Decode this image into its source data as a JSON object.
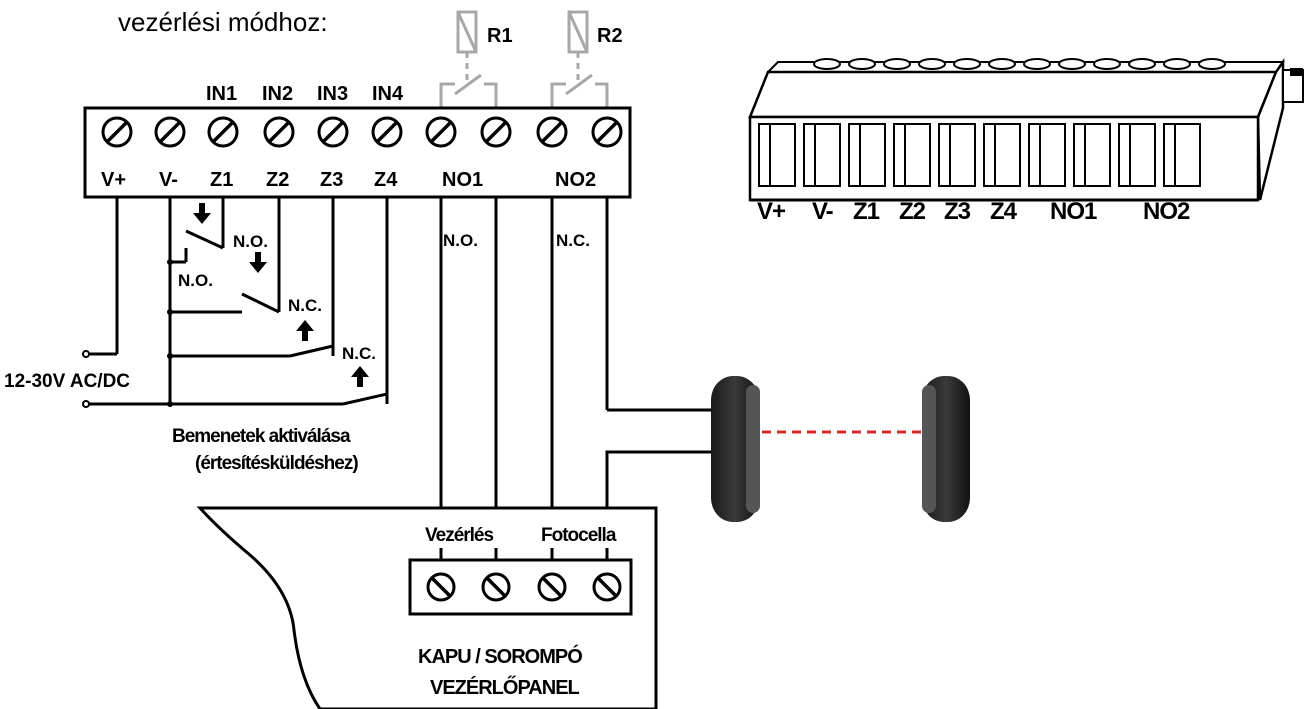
{
  "heading": "vezérlési módhoz:",
  "relays": [
    {
      "label": "R1"
    },
    {
      "label": "R2"
    }
  ],
  "input_headers": [
    "IN1",
    "IN2",
    "IN3",
    "IN4"
  ],
  "terminal_labels": [
    "V+",
    "V-",
    "Z1",
    "Z2",
    "Z3",
    "Z4",
    "NO1",
    "NO2"
  ],
  "relay_contact_labels": {
    "no1": "N.O.",
    "no2": "N.C."
  },
  "input_contacts": [
    {
      "terminal": "Z1",
      "type": "N.O.",
      "arrow": "down"
    },
    {
      "terminal": "Z2",
      "type": "N.O.",
      "arrow": "down"
    },
    {
      "terminal": "Z3",
      "type": "N.C.",
      "arrow": "up"
    },
    {
      "terminal": "Z4",
      "type": "N.C.",
      "arrow": "up"
    }
  ],
  "power_supply_label": "12-30V AC/DC",
  "input_caption": [
    "Bemenetek aktiválása",
    "(értesítésküldéshez)"
  ],
  "gate_panel": {
    "control_label": "Vezérlés",
    "photocell_label": "Fotocella",
    "title": [
      "KAPU / SOROMPÓ",
      "VEZÉRLŐPANEL"
    ]
  },
  "connector_block_labels": [
    "V+",
    "V-",
    "Z1",
    "Z2",
    "Z3",
    "Z4",
    "NO1",
    "NO2"
  ],
  "colors": {
    "ink": "#000000",
    "beam": "#d42a2a",
    "relay_grey": "#a8a8a8",
    "sensor": "#2c2c2c"
  }
}
